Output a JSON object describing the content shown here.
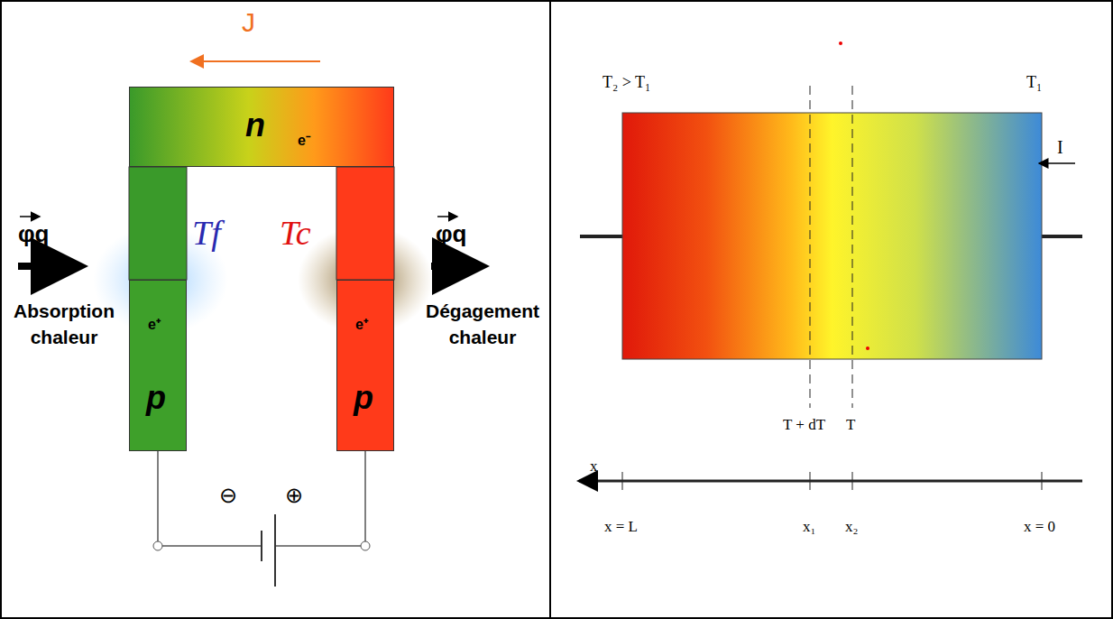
{
  "diagram": {
    "nodes": [
      {
        "text": [
          "n",
          "e⁻"
        ]
      },
      {
        "text": [
          "e⁺",
          "p"
        ]
      },
      {
        "text": [
          "e⁺",
          "p"
        ]
      }
    ],
    "labels": [
      "J",
      "φq",
      "Absorption chaleur",
      "Tf",
      "Tc",
      "φq",
      "Dégagement chaleur",
      "⊖",
      "⊕",
      "T₂ > T₁",
      "T₁",
      "I",
      "T + dT",
      "T",
      "x",
      "x = L",
      "x₁",
      "x₂",
      "x = 0"
    ]
  }
}
